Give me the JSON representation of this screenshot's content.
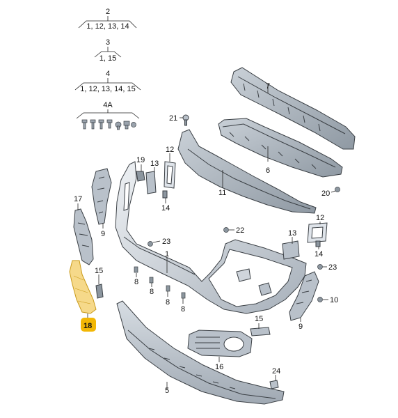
{
  "groups": [
    {
      "id": "2",
      "contents": "1, 12, 13, 14"
    },
    {
      "id": "3",
      "contents": "1, 15"
    },
    {
      "id": "4",
      "contents": "1, 12, 13, 14, 15"
    },
    {
      "id": "4A",
      "contents": ""
    }
  ],
  "labels": {
    "p1": "1",
    "p5": "5",
    "p6": "6",
    "p7": "7",
    "p8a": "8",
    "p8b": "8",
    "p8c": "8",
    "p8d": "8",
    "p9a": "9",
    "p9b": "9",
    "p10": "10",
    "p11": "11",
    "p12a": "12",
    "p12b": "12",
    "p13a": "13",
    "p13b": "13",
    "p14a": "14",
    "p14b": "14",
    "p15a": "15",
    "p15b": "15",
    "p16": "16",
    "p17": "17",
    "p18": "18",
    "p19": "19",
    "p20": "20",
    "p21": "21",
    "p22": "22",
    "p23a": "23",
    "p23b": "23",
    "p24": "24"
  },
  "colors": {
    "part_light": "#dfe4ea",
    "part_mid": "#b9c1ca",
    "part_dark": "#8c969f",
    "highlight": "#f2b705",
    "highlight_fill": "#f6d98a"
  }
}
